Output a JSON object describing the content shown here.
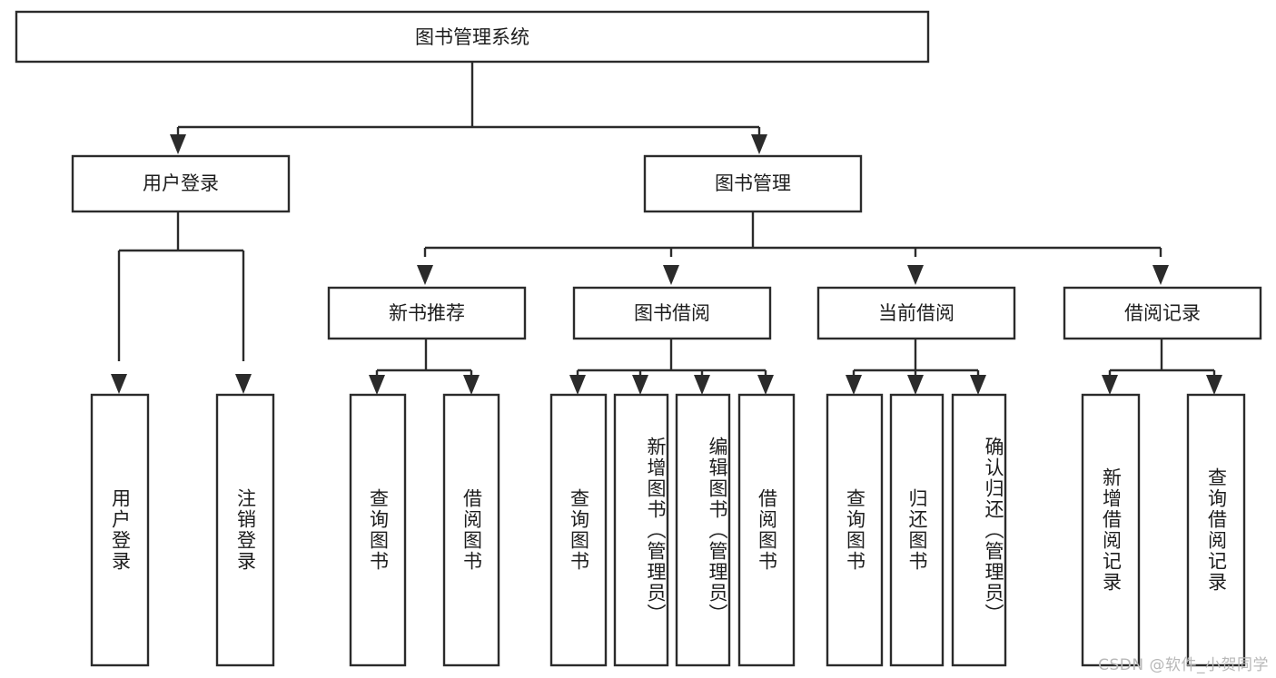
{
  "diagram": {
    "type": "tree",
    "title": "图书管理系统",
    "watermark": "CSDN @软件_小贺同学",
    "colors": {
      "stroke": "#2b2b2b",
      "fill": "#ffffff",
      "text": "#1d1d1d",
      "watermark": "#b8b8b8"
    },
    "nodes": {
      "root": "图书管理系统",
      "l2": [
        {
          "label": "用户登录"
        },
        {
          "label": "图书管理"
        }
      ],
      "l3": [
        {
          "label": "新书推荐"
        },
        {
          "label": "图书借阅"
        },
        {
          "label": "当前借阅"
        },
        {
          "label": "借阅记录"
        }
      ],
      "leaves_user": [
        {
          "label": "用户登录"
        },
        {
          "label": "注销登录"
        }
      ],
      "leaves_newbook": [
        {
          "label": "查询图书"
        },
        {
          "label": "借阅图书"
        }
      ],
      "leaves_borrow": [
        {
          "label": "查询图书"
        },
        {
          "label": "新增图书（管理员）"
        },
        {
          "label": "编辑图书（管理员）"
        },
        {
          "label": "借阅图书"
        }
      ],
      "leaves_current": [
        {
          "label": "查询图书"
        },
        {
          "label": "归还图书"
        },
        {
          "label": "确认归还（管理员）"
        }
      ],
      "leaves_record": [
        {
          "label": "新增借阅记录"
        },
        {
          "label": "查询借阅记录"
        }
      ]
    }
  }
}
